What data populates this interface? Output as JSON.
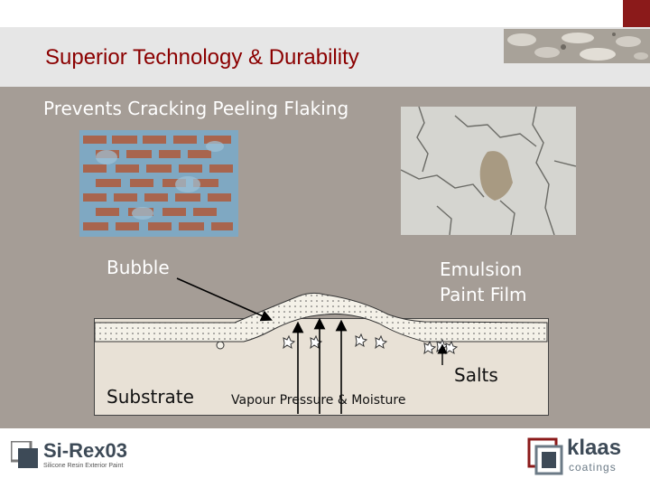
{
  "slide": {
    "title": "Superior Technology & Durability",
    "subtitle": "Prevents Cracking Peeling Flaking"
  },
  "diagram": {
    "bubble_label": "Bubble",
    "emulsion_label_line1": "Emulsion",
    "emulsion_label_line2": "Paint Film",
    "salts_label": "Salts",
    "substrate_label": "Substrate",
    "vapour_label": "Vapour Pressure & Moisture"
  },
  "footer": {
    "product_logo": {
      "name": "Si-Rex03",
      "tagline": "Silicone Resin Exterior Paint"
    },
    "company_logo": {
      "line1": "klaas",
      "line2": "coatings"
    }
  },
  "colors": {
    "title": "#8b0000",
    "accent": "#8b1a1a",
    "panel": "#a59d96",
    "header": "#e6e6e6"
  }
}
